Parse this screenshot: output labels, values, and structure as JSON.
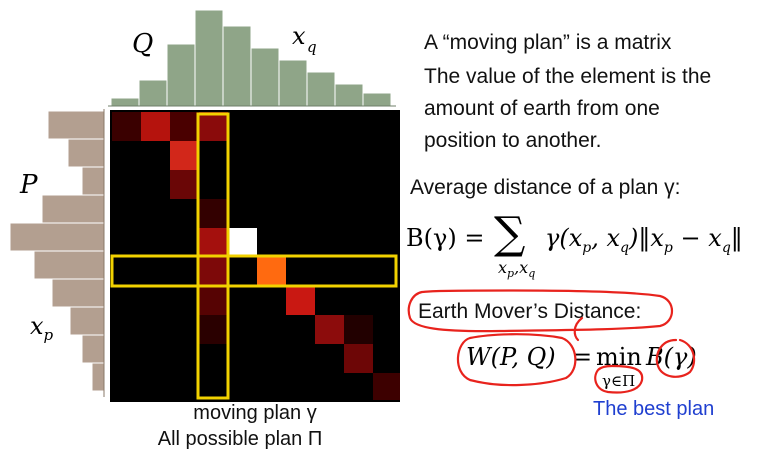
{
  "labels": {
    "q": "Q",
    "xq": "x",
    "xq_sub": "q",
    "p": "P",
    "xp": "x",
    "xp_sub": "p"
  },
  "captions": {
    "line1": "moving plan γ",
    "line2": "All possible plan Π"
  },
  "text": {
    "l1": "A “moving plan” is a matrix",
    "l2": "The value of the element is the",
    "l3": "amount of earth from one",
    "l4": "position to another.",
    "avg": "Average distance of a plan γ:",
    "emd": "Earth Mover’s Distance:",
    "best": "The best plan"
  },
  "formula_b": {
    "lhs": "B(γ) =",
    "sigma": "∑",
    "sub": "x",
    "body": "γ(x",
    "sub_p": "p",
    "sub_q": "q"
  },
  "formula_w": {
    "lhs": "W(P, Q)",
    "eq": "=",
    "min": "min",
    "min_sub": "γ∈Π",
    "rhs": "B(γ)"
  },
  "colors": {
    "q_hist": "#8fa588",
    "p_hist": "#b39f90",
    "highlight": "#f2d200",
    "annotation": "#e8231d",
    "best_plan": "#1f3fd0"
  }
}
